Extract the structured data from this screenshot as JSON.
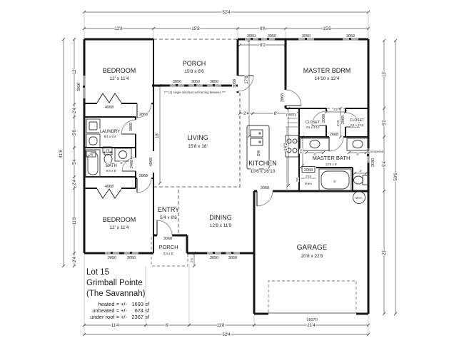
{
  "title_block": {
    "lot": "Lot 15",
    "subdivision": "Grimball Pointe",
    "plan_name": "(The Savannah)",
    "heated_label": "heated = +/-",
    "heated_value": "1693 sf",
    "unheated_label": "unheated = +/-",
    "unheated_value": "674 sf",
    "under_roof_label": "under roof = +/-",
    "under_roof_value": "2367 sf"
  },
  "rooms": {
    "bedroom1": {
      "name": "BEDROOM",
      "size": "12' x 11'4"
    },
    "bedroom2": {
      "name": "BEDROOM",
      "size": "12' x 11'4"
    },
    "porch_rear": {
      "name": "PORCH",
      "size": "15'8 x 8'6"
    },
    "porch_front": {
      "name": "PORCH",
      "size": "5'4 x 5'"
    },
    "master_bdrm": {
      "name": "MASTER BDRM",
      "size": "14'10 x 12'4"
    },
    "living": {
      "name": "LIVING",
      "size": "15'8 x 18'"
    },
    "kitchen": {
      "name": "KITCHEN",
      "size": "10'6 x 26'10"
    },
    "dining": {
      "name": "DINING",
      "size": "12'8 x 11'6"
    },
    "entry": {
      "name": "ENTRY",
      "size": "5'4 x 8'6"
    },
    "laundry": {
      "name": "LAUNDRY",
      "size": "8'4 x 5'4"
    },
    "bath": {
      "name": "BATH",
      "size": "8'4 x 5'"
    },
    "master_bath": {
      "name": "MASTER BATH",
      "size": "12'6 x 9'"
    },
    "closet1": {
      "name": "CLOSET",
      "size": "4'4 x 4'10"
    },
    "closet2": {
      "name": "CLOSET",
      "size": "4'4 x 4'10"
    },
    "garage": {
      "name": "GARAGE",
      "size": "20'8 x 22'8"
    },
    "pantry": "pantry",
    "linen": "linen",
    "water_heater": "W.H.",
    "dishwasher": "DW"
  },
  "codes": {
    "w3050": "3050",
    "w2030": "2030",
    "d4068": "4068",
    "d3068": "3068",
    "d2868": "2868",
    "d2668": "2668",
    "d2468": "2468",
    "d2068": "2068",
    "garage_door": "16070"
  },
  "dims": {
    "overall_width": "52'4",
    "overall_left": "41'8",
    "overall_right": "50'6",
    "top": [
      "12'8",
      "15'8",
      "8'6",
      "15'6"
    ],
    "top_sub": "8'2",
    "bottom": [
      "11'4",
      "8'",
      "11'8",
      "21'4"
    ],
    "left": [
      "12'",
      "2'4",
      "5'8",
      "5'4",
      "2'4",
      "11'8",
      "2'4"
    ],
    "right": [
      "13'",
      "5'2",
      "9'4",
      "23'"
    ],
    "kitchen_w1": "2'4",
    "kitchen_w2": "8'",
    "kitchen_depth": "14'2",
    "nook_height": "17'8",
    "living_height": "18'",
    "suite_hall_w": "3'2",
    "suite_hall_h": "4'10",
    "mbath_left_h": "5'2",
    "vanity1": "4'",
    "vanity2": "4'",
    "tub": "6'",
    "toilet": "3'",
    "linen_w": "2'10",
    "linen_h": "3'6",
    "bath_a": "2'8",
    "bath_b": "2'8",
    "bath_c": "3'",
    "porch_depth": "2'4"
  },
  "notes": {
    "windows": "*** (3) single windows w/ framing between ***",
    "tempered": "tempered"
  }
}
